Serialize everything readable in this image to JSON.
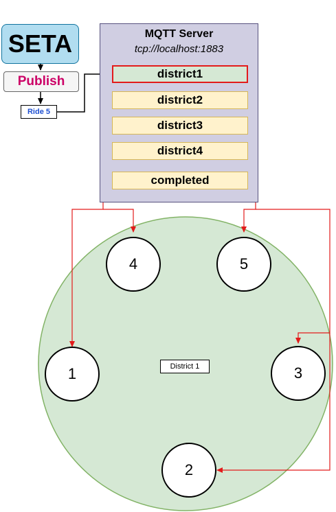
{
  "publisher": {
    "name": "SETA",
    "action": "Publish",
    "message": "Ride 5"
  },
  "server": {
    "title": "MQTT Server",
    "url": "tcp://localhost:1883",
    "topics": [
      "district1",
      "district2",
      "district3",
      "district4",
      "completed"
    ]
  },
  "district": {
    "label": "District 1"
  },
  "nodes": [
    "1",
    "2",
    "3",
    "4",
    "5"
  ],
  "colors": {
    "district_fill": "#d5e8d4",
    "district_stroke": "#82b366",
    "topic_fill": "#fff2cc",
    "server_fill": "#d0cee2",
    "highlight": "#e31a1a",
    "publish_text": "#cc0066",
    "ride_text": "#1e4fd1"
  }
}
